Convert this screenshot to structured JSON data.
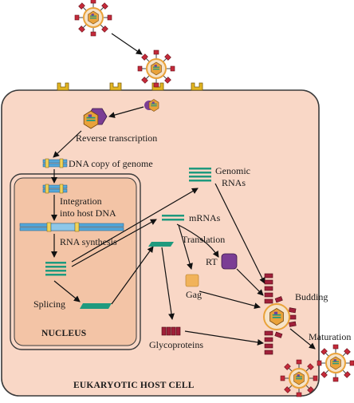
{
  "diagram": {
    "labels": {
      "reverse_transcription": "Reverse transcription",
      "dna_copy": "DNA copy of genome",
      "integration_line1": "Integration",
      "integration_line2": "into host DNA",
      "rna_synthesis": "RNA synthesis",
      "splicing": "Splicing",
      "nucleus": "NUCLEUS",
      "genomic_rnas_line1": "Genomic",
      "genomic_rnas_line2": "RNAs",
      "mrnas": "mRNAs",
      "translation": "Translation",
      "rt": "RT",
      "gag": "Gag",
      "glycoproteins": "Glycoproteins",
      "budding": "Budding",
      "maturation": "Maturation",
      "host_cell": "EUKARYOTIC HOST CELL"
    },
    "colors": {
      "cell_fill": "#f9d7c6",
      "nucleus_fill": "#f3c4a6",
      "receptor": "#e3b622",
      "virus_spike": "#c42a3a",
      "capsid": "#e9a23a",
      "envelope_protein": "#a0203a",
      "rt_protein": "#7b3d94",
      "gag_protein": "#f1b35a",
      "rna": "#1f9a7e",
      "host_dna": "#55a8da"
    }
  }
}
